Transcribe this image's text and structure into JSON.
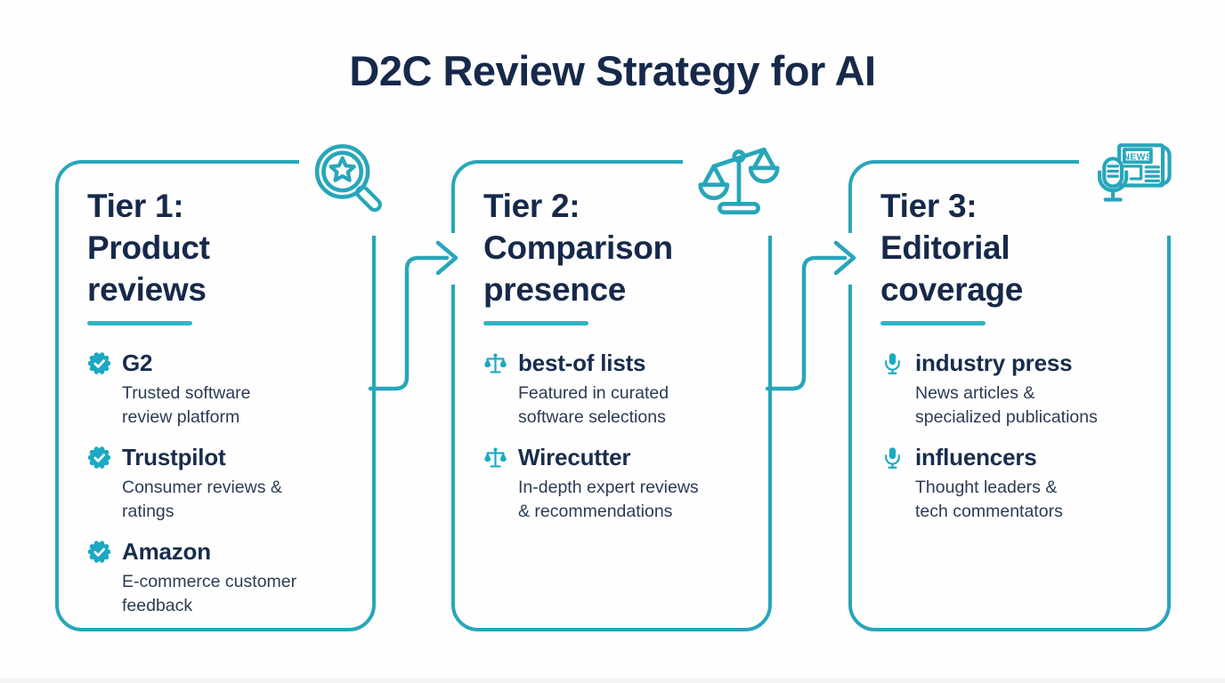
{
  "title": "D2C Review Strategy for AI",
  "theme": {
    "accent": "#27a6ba",
    "underline": "#33b3c4",
    "badge": "#1ba9c3",
    "heading_navy": "#16294a",
    "description_color": "#2c3b55",
    "background": "#fefefe"
  },
  "news_icon_label": "NEWS",
  "tiers": [
    {
      "id": "tier-1",
      "heading_lines": [
        "Tier 1:",
        "Product",
        "reviews"
      ],
      "corner_icon": "magnifier-star-icon",
      "items": [
        {
          "name": "G2",
          "description": "Trusted software\nreview platform"
        },
        {
          "name": "Trustpilot",
          "description": "Consumer reviews &\nratings"
        },
        {
          "name": "Amazon",
          "description": "E-commerce customer\nfeedback"
        }
      ]
    },
    {
      "id": "tier-2",
      "heading_lines": [
        "Tier 2:",
        "Comparison",
        "presence"
      ],
      "corner_icon": "balance-scale-icon",
      "items": [
        {
          "name": "best-of lists",
          "description": "Featured in curated\nsoftware selections"
        },
        {
          "name": "Wirecutter",
          "description": "In-depth expert reviews\n& recommendations"
        }
      ]
    },
    {
      "id": "tier-3",
      "heading_lines": [
        "Tier 3:",
        "Editorial",
        "coverage"
      ],
      "corner_icon": "news-microphone-icon",
      "items": [
        {
          "name": "industry press",
          "description": "News articles &\nspecialized publications"
        },
        {
          "name": "influencers",
          "description": "Thought leaders &\ntech commentators"
        }
      ]
    }
  ]
}
